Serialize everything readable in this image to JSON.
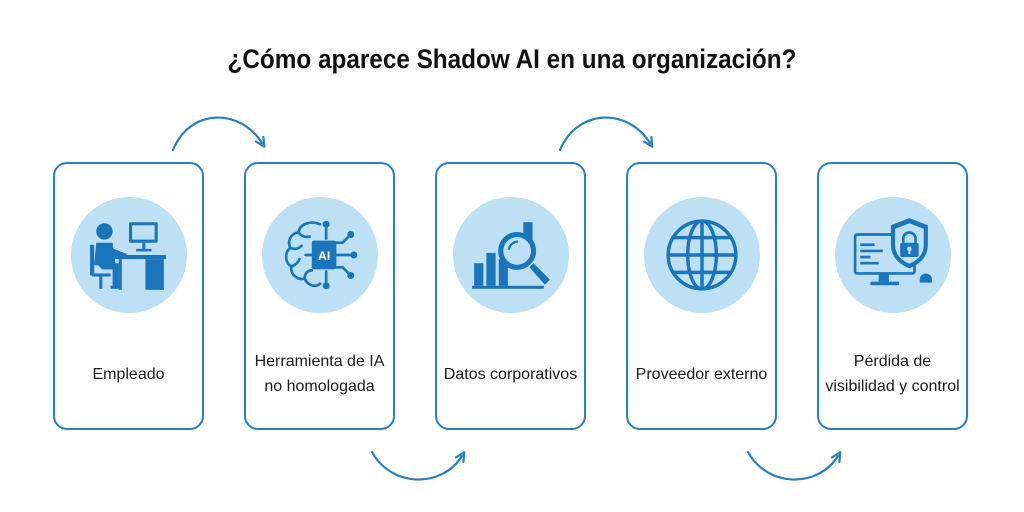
{
  "title": "¿Cómo aparece Shadow AI en una organización?",
  "steps": [
    {
      "label": "Empleado",
      "icon": "employee-computer-icon"
    },
    {
      "label": "Herramienta de IA no homologada",
      "icon": "ai-brain-icon"
    },
    {
      "label": "Datos corporativos",
      "icon": "data-chart-search-icon"
    },
    {
      "label": "Proveedor externo",
      "icon": "globe-icon"
    },
    {
      "label": "Pérdida de visibilidad y control",
      "icon": "monitor-shield-lock-icon"
    }
  ],
  "ai_chip_text": "AI",
  "colors": {
    "accent": "#2a7fc1",
    "icon_fill": "#1b75bb",
    "circle": "#bee0f5",
    "title": "#111111"
  }
}
